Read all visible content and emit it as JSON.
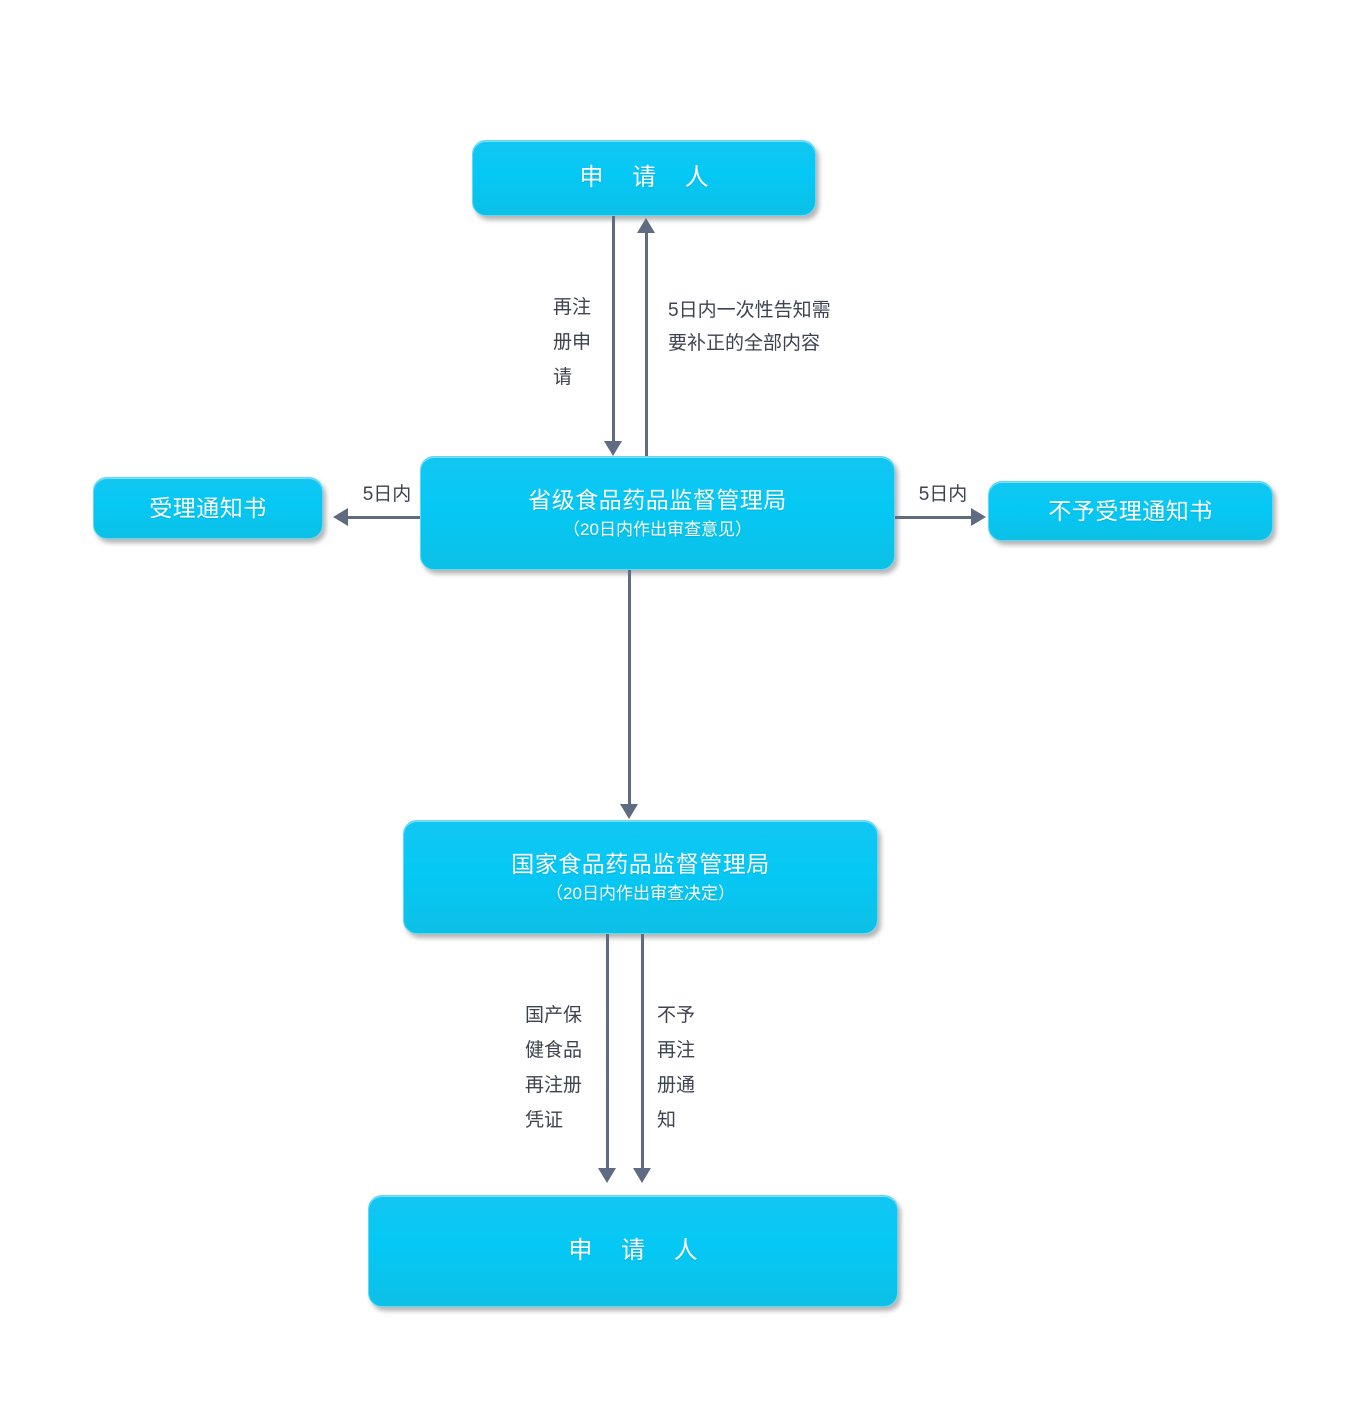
{
  "diagram": {
    "title_text_color": "#ffffff",
    "node_fill_color": "#05c8f5",
    "connector_color": "#5f6b80",
    "label_color": "#3d4450",
    "nodes": {
      "applicant_top": {
        "title": "申 请 人"
      },
      "acceptance_notice": {
        "title": "受理通知书"
      },
      "provincial_bureau": {
        "title": "省级食品药品监督管理局",
        "subtitle": "（20日内作出审查意见）"
      },
      "rejection_notice": {
        "title": "不予受理通知书"
      },
      "national_bureau": {
        "title": "国家食品药品监督管理局",
        "subtitle": "（20日内作出审查决定）"
      },
      "applicant_bottom": {
        "title": "申 请 人"
      }
    },
    "edge_labels": {
      "reapplication": "再注\n册申\n请",
      "notify_corrections": "5日内一次性告知需\n要补正的全部内容",
      "accept_days": "5日内",
      "reject_days": "5日内",
      "domestic_certificate": "国产保\n健食品\n再注册\n凭证",
      "refusal_notice": "不予\n再注\n册通\n知"
    }
  }
}
